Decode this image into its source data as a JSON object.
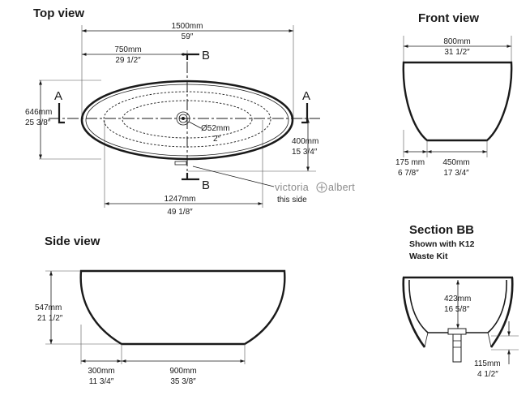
{
  "views": {
    "top": "Top view",
    "front": "Front view",
    "side": "Side view",
    "section": "Section BB",
    "section_note_1": "Shown with K12",
    "section_note_2": "Waste Kit"
  },
  "top_view": {
    "overall_length_mm": "1500mm",
    "overall_length_in": "59″",
    "half_length_mm": "750mm",
    "half_length_in": "29 1/2″",
    "width_mm": "646mm",
    "width_in": "25 3/8″",
    "waste_dia_mm": "Ø52mm",
    "waste_dia_in": "2″",
    "offset_mm": "400mm",
    "offset_in": "15 3/4″",
    "inner_length_mm": "1247mm",
    "inner_length_in": "49 1/8″",
    "section_a": "A",
    "section_b": "B",
    "brand_left": "victoria",
    "brand_right": "albert",
    "brand_side": "this side"
  },
  "front_view": {
    "top_width_mm": "800mm",
    "top_width_in": "31 1/2″",
    "foot_offset_mm": "175 mm",
    "foot_offset_in": "6  7/8″",
    "base_width_mm": "450mm",
    "base_width_in": "17 3/4″"
  },
  "side_view": {
    "height_mm": "547mm",
    "height_in": "21 1/2″",
    "foot_offset_mm": "300mm",
    "foot_offset_in": "11 3/4″",
    "base_length_mm": "900mm",
    "base_length_in": "35 3/8″"
  },
  "section_view": {
    "depth_mm": "423mm",
    "depth_in": "16 5/8″",
    "waste_height_mm": "115mm",
    "waste_height_in": "4 1/2″"
  }
}
